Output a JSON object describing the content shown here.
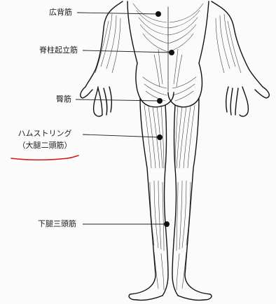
{
  "labels": {
    "latissimus": "広背筋",
    "erector": "脊柱起立筋",
    "gluteus": "臀筋",
    "hamstrings_line1": "ハムストリング",
    "hamstrings_line2": "（大腿二頭筋）",
    "triceps_surae": "下腿三頭筋"
  },
  "colors": {
    "outline": "#111111",
    "leader": "#222222",
    "dot": "#111111",
    "underline": "#d01818"
  }
}
